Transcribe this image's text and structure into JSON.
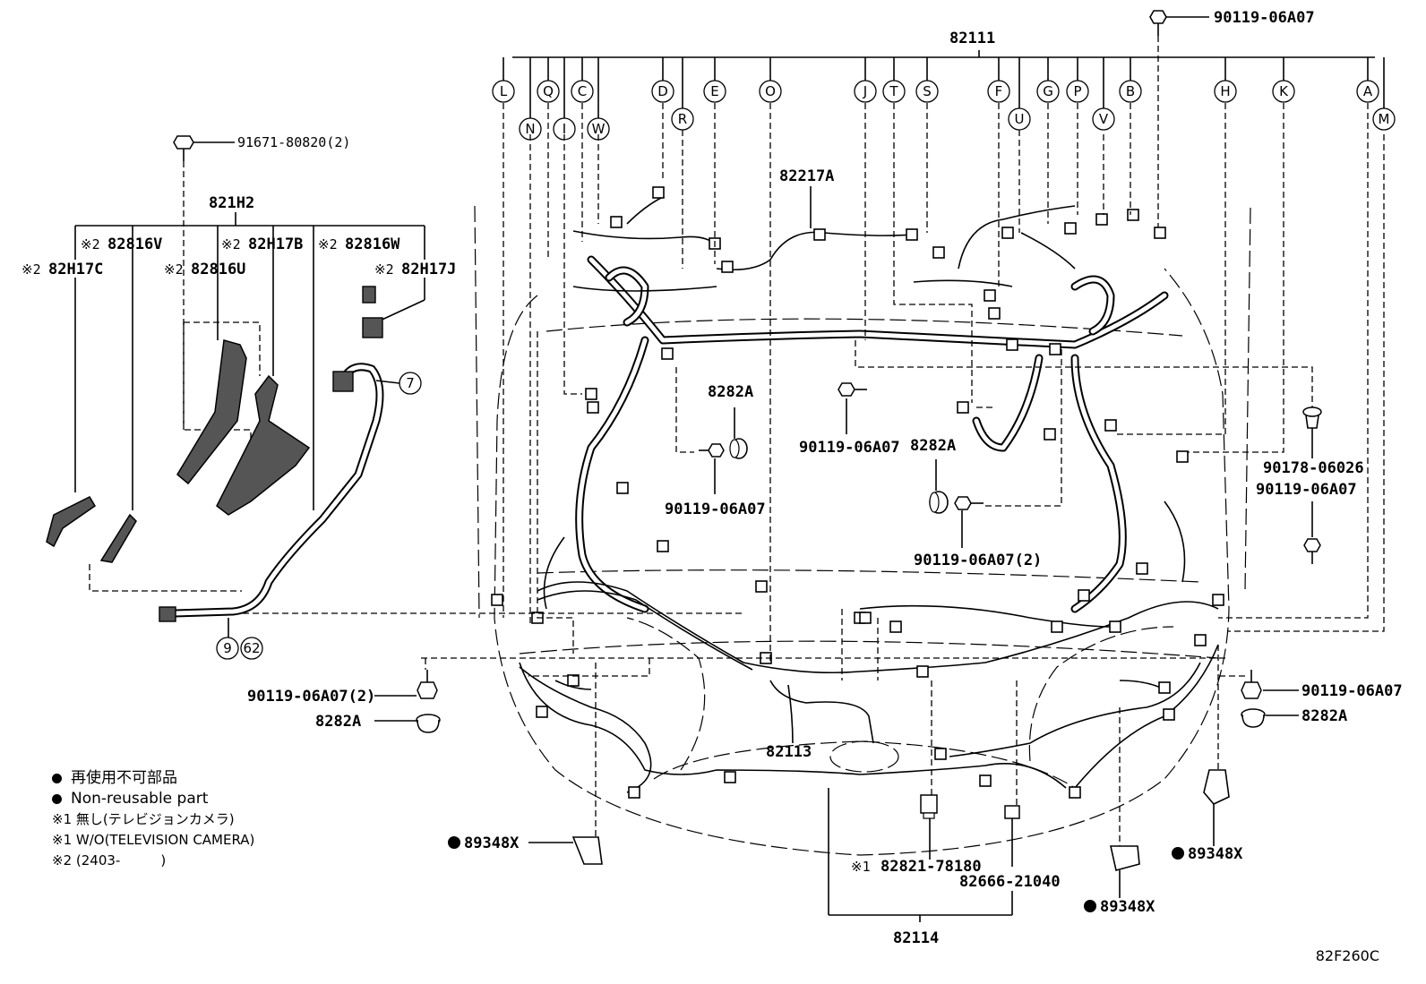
{
  "diagram": {
    "callouts": {
      "harness_main": "82111",
      "harness_front": "82217A",
      "harness_bumper": "82113",
      "harness_bottom": "82114",
      "sub_harness": "821H2",
      "bolt_top_left": "91671-80820(2)",
      "bolt_top_right": "90119-06A07",
      "clip_a": "8282A",
      "bolt_a": "90119-06A07",
      "clip_b": "8282A",
      "bolt_b": "90119-06A07",
      "bolt_c": "90119-06A07(2)",
      "rivet_right": "90178-06026",
      "bolt_right": "90119-06A07",
      "bolt_left_lower": "90119-06A07(2)",
      "clip_left_lower": "8282A",
      "bolt_right_lower": "90119-06A07",
      "clip_right_lower": "8282A",
      "bracket_left": "89348X",
      "bracket_right": "89348X",
      "bracket_center": "89348X",
      "sensor_1": "82821-78180",
      "sensor_1_mark": "※1",
      "sensor_2": "82666-21040",
      "sub_82H17C": "82H17C",
      "sub_82816V": "82816V",
      "sub_82816U": "82816U",
      "sub_82H17B": "82H17B",
      "sub_82816W": "82816W",
      "sub_82H17J": "82H17J",
      "mark2": "※2"
    },
    "letters": [
      "L",
      "Q",
      "C",
      "D",
      "E",
      "O",
      "J",
      "T",
      "S",
      "F",
      "G",
      "P",
      "B",
      "H",
      "K",
      "A",
      "N",
      "I",
      "W",
      "R",
      "U",
      "V",
      "M"
    ],
    "numbers": [
      "7",
      "9",
      "62"
    ],
    "legend": {
      "line1": "再使用不可部品",
      "line2": "Non-reusable part",
      "line3": "※1 無し(テレビジョンカメラ)",
      "line4": "※1 W/O(TELEVISION CAMERA)",
      "line5": "※2 (2403-　　　)"
    },
    "figure_code": "82F260C"
  }
}
